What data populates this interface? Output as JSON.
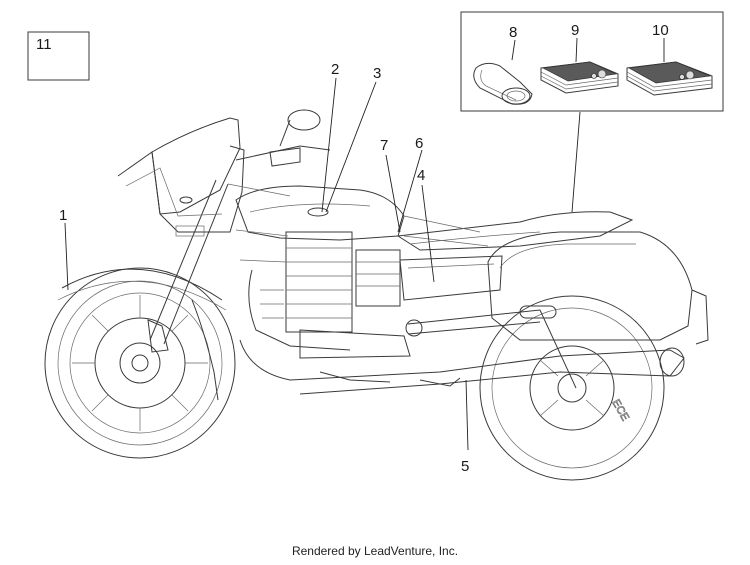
{
  "callouts": {
    "c1": "1",
    "c2": "2",
    "c3": "3",
    "c4": "4",
    "c5": "5",
    "c6": "6",
    "c7": "7",
    "c8": "8",
    "c9": "9",
    "c10": "10",
    "c11": "11"
  },
  "footer": {
    "credit": "Rendered by LeadVenture, Inc."
  },
  "tire_mark": "ECE"
}
